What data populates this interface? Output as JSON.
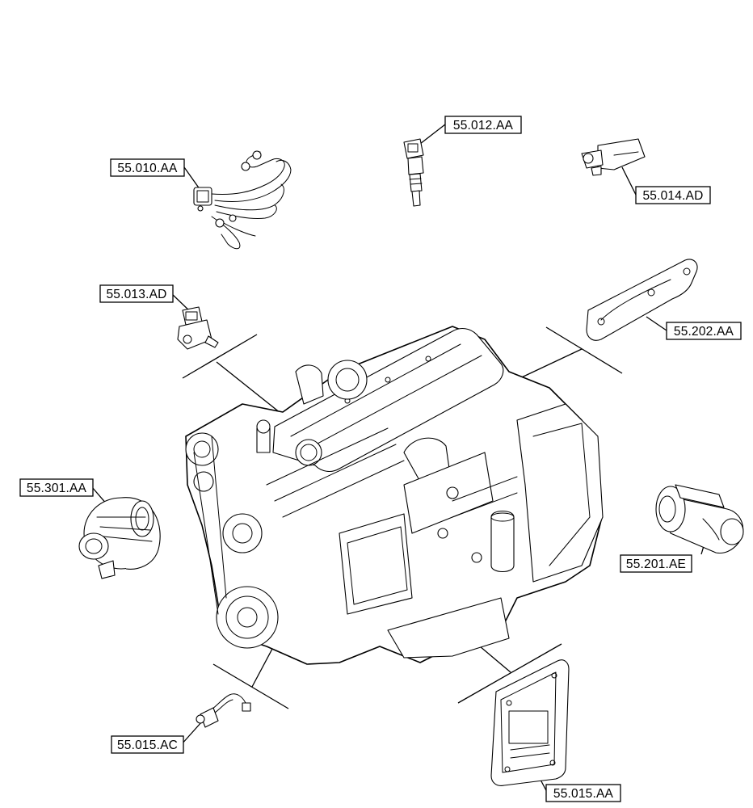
{
  "callouts": {
    "c55_010_aa": "55.010.AA",
    "c55_012_aa": "55.012.AA",
    "c55_014_ad": "55.014.AD",
    "c55_013_ad": "55.013.AD",
    "c55_202_aa": "55.202.AA",
    "c55_301_aa": "55.301.AA",
    "c55_201_ae": "55.201.AE",
    "c55_015_ac": "55.015.AC",
    "c55_015_aa": "55.015.AA"
  },
  "parts": {
    "engine": "engine-assembly",
    "fuel_injector_harness": "harness-icon",
    "temperature_sensor": "sensor-icon",
    "pressure_sensor": "sensor-icon",
    "speed_sensor": "sensor-icon",
    "grid_heater": "heater-icon",
    "alternator": "alternator-icon",
    "starter_motor": "starter-icon",
    "crank_sensor": "sensor-icon",
    "ecu": "ecu-icon"
  },
  "colors": {
    "line": "#000000",
    "background": "#ffffff"
  }
}
